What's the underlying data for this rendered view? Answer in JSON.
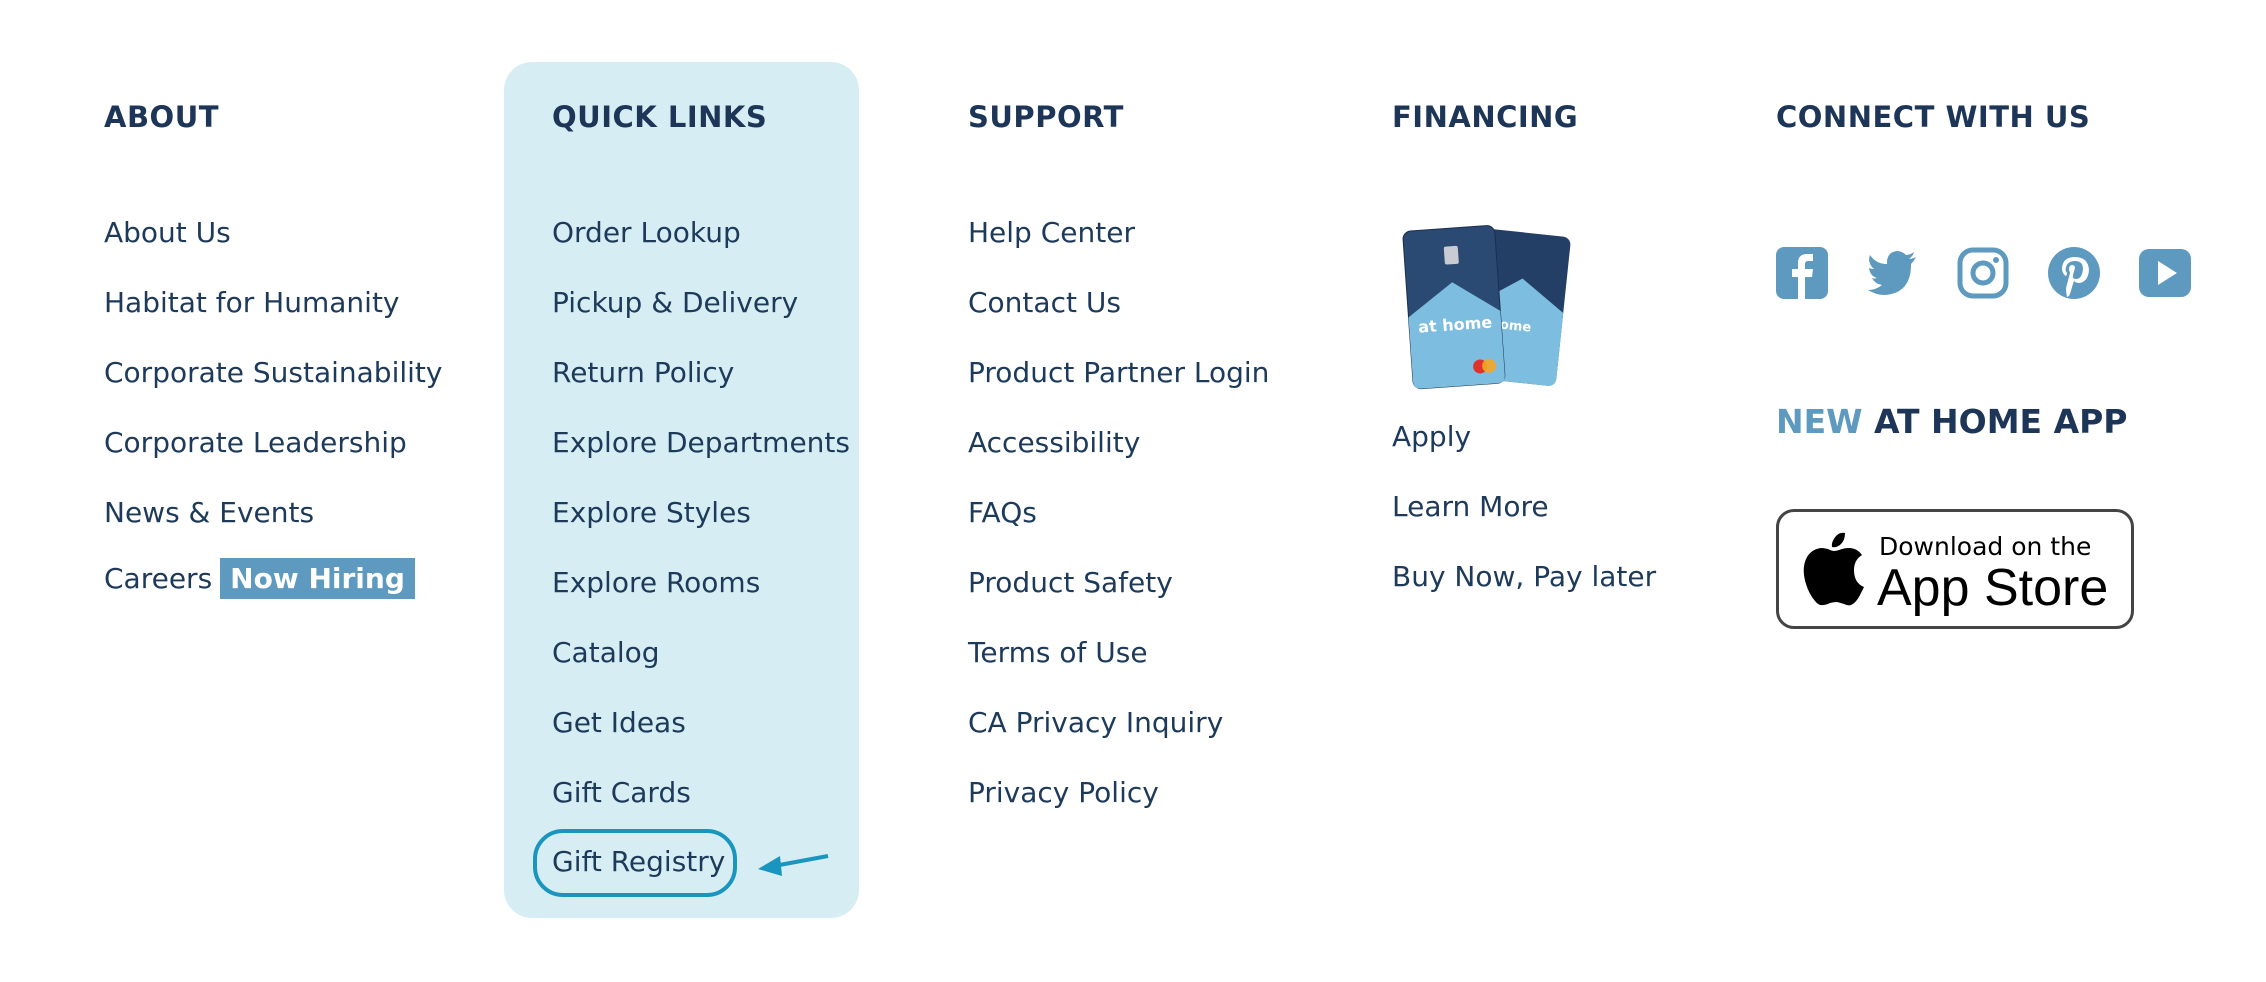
{
  "about": {
    "heading": "ABOUT",
    "links": [
      "About Us",
      "Habitat for Humanity",
      "Corporate Sustainability",
      "Corporate Leadership",
      "News & Events",
      "Careers"
    ],
    "badge": "Now Hiring"
  },
  "quick_links": {
    "heading": "QUICK LINKS",
    "links": [
      "Order Lookup",
      "Pickup & Delivery",
      "Return Policy",
      "Explore Departments",
      "Explore Styles",
      "Explore Rooms",
      "Catalog",
      "Get Ideas",
      "Gift Cards",
      "Gift Registry"
    ]
  },
  "support": {
    "heading": "SUPPORT",
    "links": [
      "Help Center",
      "Contact Us",
      "Product Partner Login",
      "Accessibility",
      "FAQs",
      "Product Safety",
      "Terms of Use",
      "CA Privacy Inquiry",
      "Privacy Policy"
    ]
  },
  "financing": {
    "heading": "FINANCING",
    "card_brand": "at home",
    "links": [
      "Apply",
      "Learn More",
      "Buy Now, Pay later"
    ]
  },
  "connect": {
    "heading": "CONNECT WITH US",
    "icons": [
      "facebook-icon",
      "twitter-icon",
      "instagram-icon",
      "pinterest-icon",
      "youtube-icon"
    ]
  },
  "app": {
    "title_accent": "NEW",
    "title_rest": " AT HOME APP",
    "store_small": "Download on the",
    "store_big": "App Store"
  },
  "colors": {
    "heading": "#1d3557",
    "link": "#1d3a5b",
    "panel": "#d6eef3",
    "accent": "#5e99bf",
    "highlight": "#1a95bf"
  }
}
